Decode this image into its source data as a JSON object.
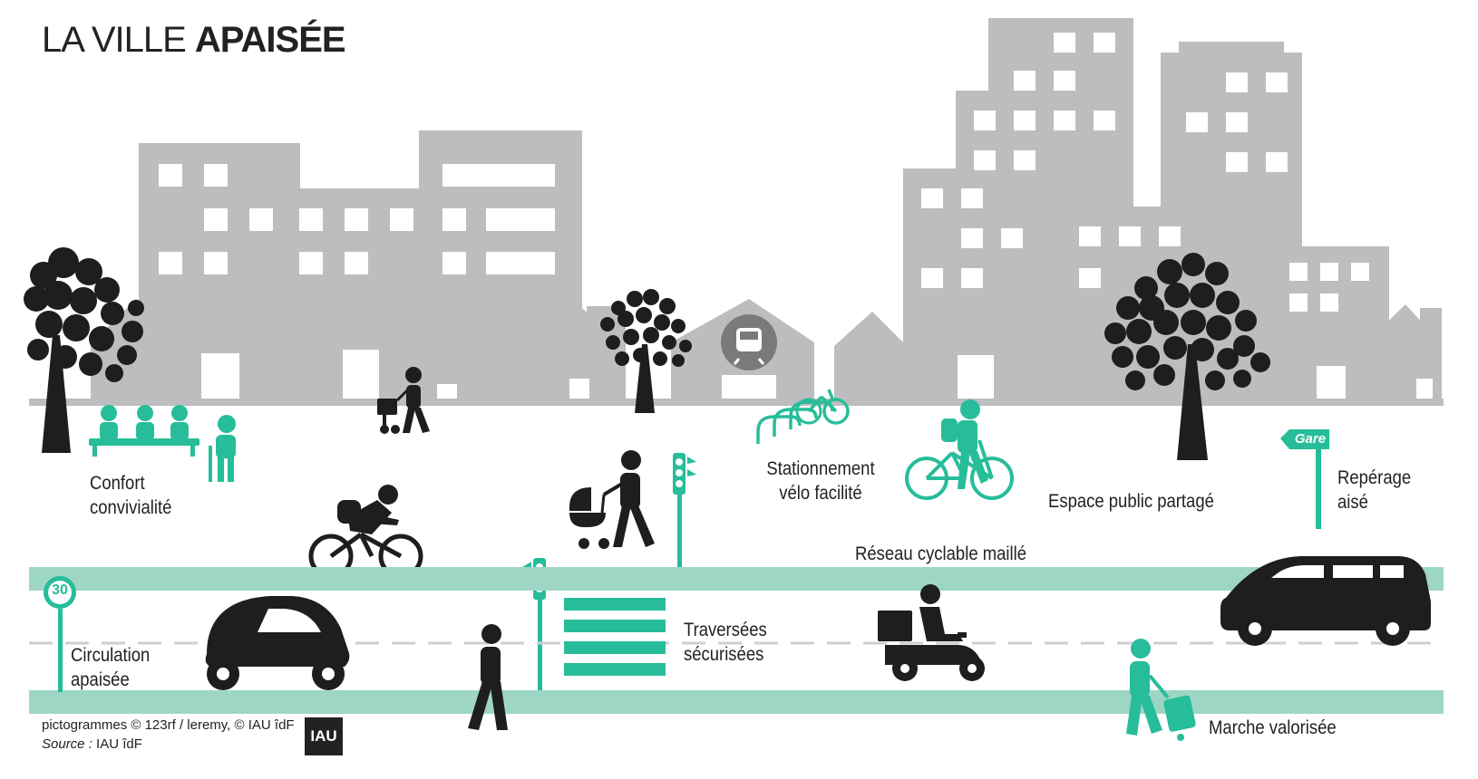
{
  "title": {
    "light": "LA VILLE ",
    "bold": "APAISÉE"
  },
  "colors": {
    "building": "#bdbdbf",
    "accent": "#27bd9a",
    "lane": "#9dd6c5",
    "dark": "#1e1e1e"
  },
  "labels": {
    "confort_line1": "Confort",
    "confort_line2": "convivialité",
    "stationnement_line1": "Stationnement",
    "stationnement_line2": "vélo facilité",
    "espace_public": "Espace public partagé",
    "reperage_line1": "Repérage",
    "reperage_line2": "aisé",
    "reseau_cyclable": "Réseau cyclable maillé",
    "traversees_line1": "Traversées",
    "traversees_line2": "sécurisées",
    "circulation_line1": "Circulation",
    "circulation_line2": "apaisée",
    "marche": "Marche valorisée"
  },
  "signs": {
    "speed_limit": "30",
    "gare": "Gare"
  },
  "icons": [
    "train-icon",
    "tree-icon",
    "bench-icon",
    "bicycle-rack-icon",
    "traffic-light-icon",
    "car-icon",
    "minivan-icon",
    "scooter-icon",
    "pedestrian-icon",
    "cyclist-icon",
    "stroller-icon",
    "suitcase-icon",
    "signpost-icon",
    "speed-sign-icon"
  ],
  "credits": {
    "line1": "pictogrammes © 123rf / leremy, © IAU îdF",
    "source_label": "Source :",
    "source_value": " IAU îdF",
    "logo": "IAU"
  }
}
